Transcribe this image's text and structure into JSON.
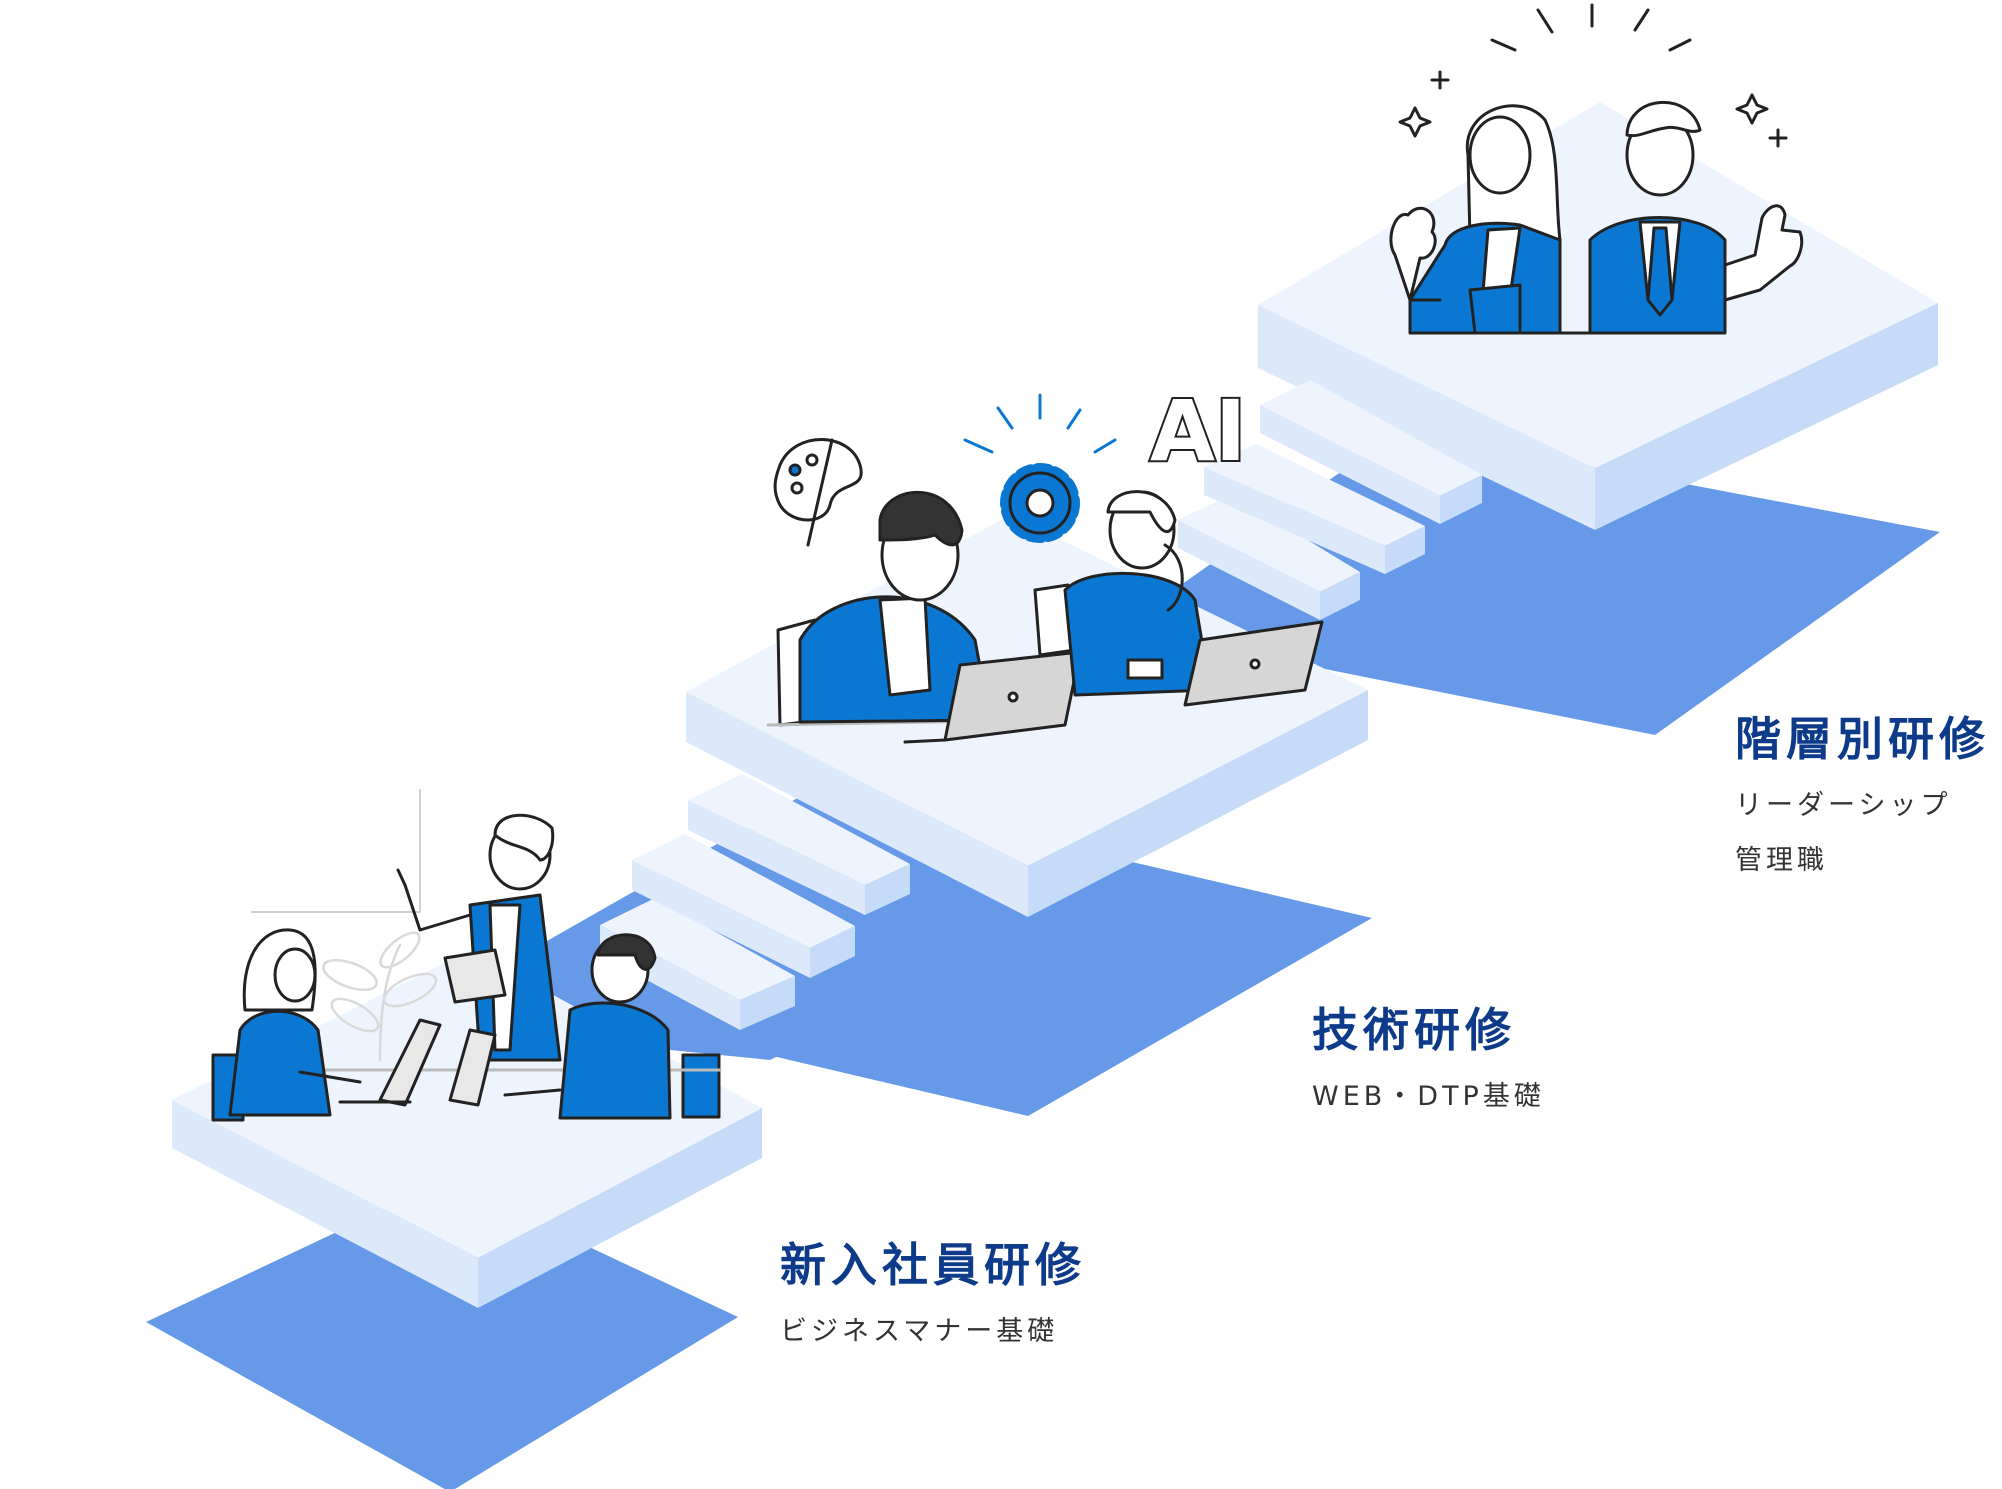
{
  "colors": {
    "shadow": "#6699e8",
    "top": "#edf4fd",
    "side_light": "#dce9fb",
    "side_dark": "#c5dbf8",
    "brand": "#0a78d2",
    "title": "#0d3b8a"
  },
  "steps": [
    {
      "title": "新入社員研修",
      "subs": [
        "ビジネスマナー基礎"
      ],
      "illustration": "team-meeting-illustration"
    },
    {
      "title": "技術研修",
      "subs": [
        "WEB・DTP基礎"
      ],
      "illustration": "laptop-pair-illustration"
    },
    {
      "title": "階層別研修",
      "subs": [
        "リーダーシップ",
        "管理職"
      ],
      "illustration": "two-leaders-illustration"
    }
  ],
  "icons": {
    "ai": "AI",
    "palette": "palette-icon",
    "gear": "gear-icon"
  }
}
